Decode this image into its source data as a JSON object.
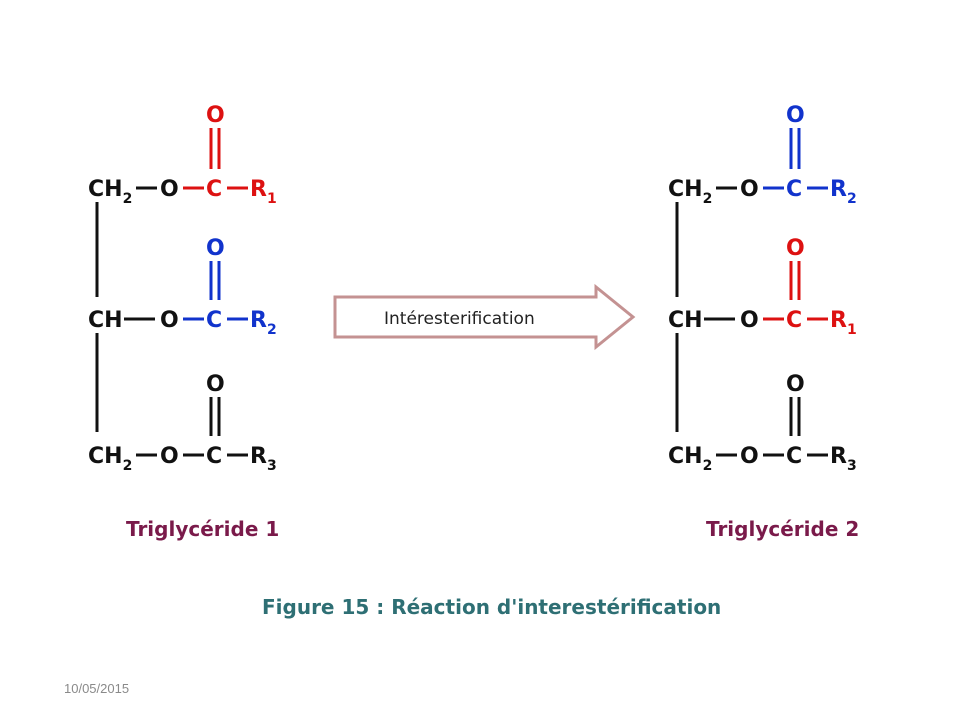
{
  "colors": {
    "red": "#dd1111",
    "blue": "#1133cc",
    "black": "#111111",
    "caption": "#7a1a4a",
    "figure_caption": "#2e6f74",
    "arrow_stroke": "#c49292",
    "arrow_fill": "#ffffff"
  },
  "labels": {
    "ch2": "CH",
    "ch": "CH",
    "o": "O",
    "c": "C",
    "r": "R",
    "sub_2": "2",
    "sub_1": "1",
    "sub_3": "3"
  },
  "arrow": {
    "label": "Intéresterification"
  },
  "captions": {
    "left": "Triglycéride 1",
    "right": "Triglycéride 2",
    "figure": "Figure 15 : Réaction d'interestérification"
  },
  "footer": {
    "date": "10/05/2015"
  }
}
